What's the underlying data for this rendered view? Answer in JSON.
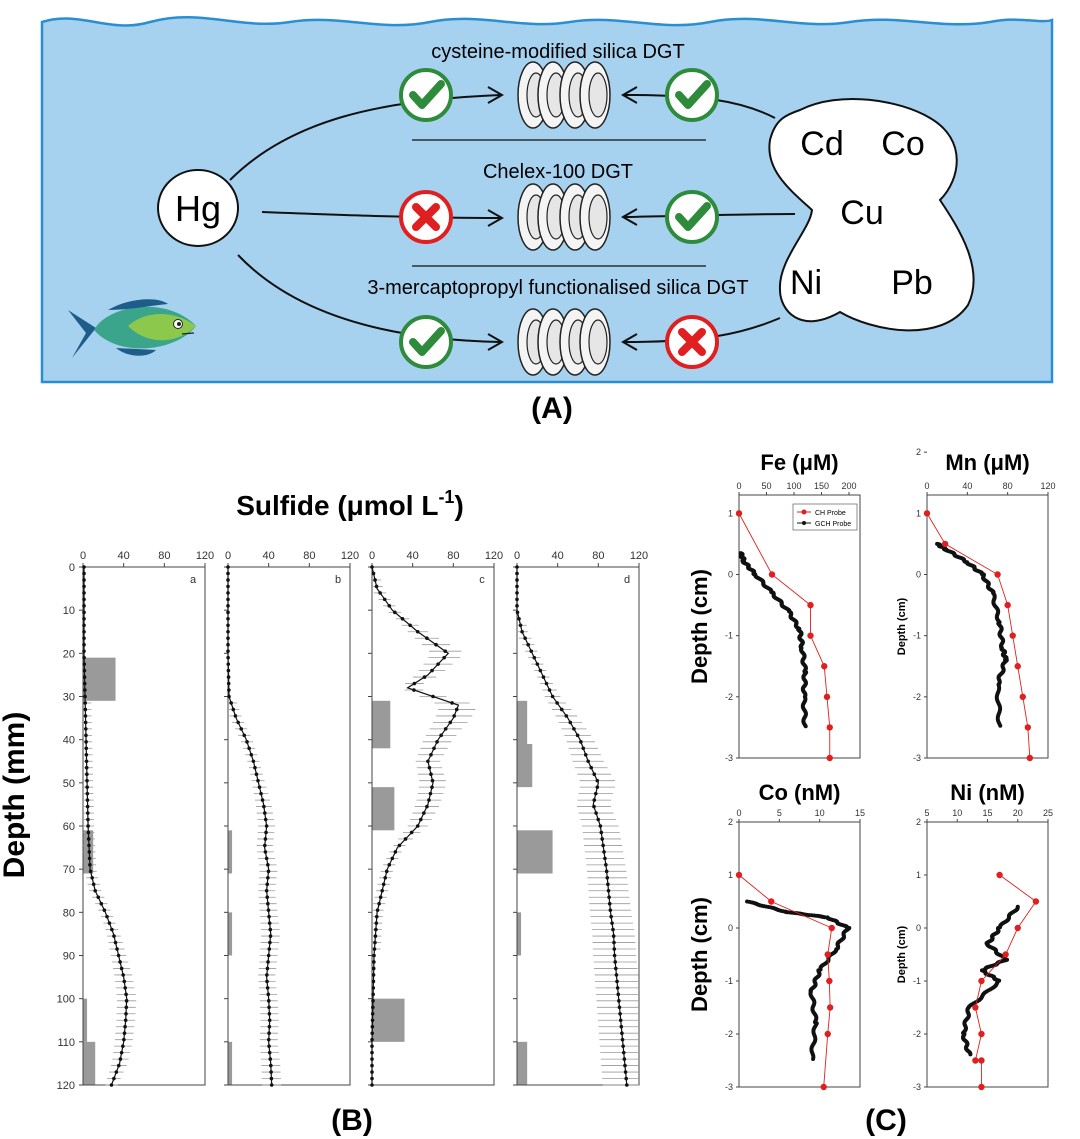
{
  "panelA": {
    "panel_label": "(A)",
    "top_label": "cysteine-modified silica DGT",
    "mid_label": "Chelex-100 DGT",
    "bottom_label": "3-mercaptopropyl functionalised silica DGT",
    "hg_label": "Hg",
    "metals": [
      "Cd",
      "Co",
      "Cu",
      "Ni",
      "Pb"
    ],
    "hg_results": [
      "check",
      "cross",
      "check"
    ],
    "metal_results": [
      "check",
      "check",
      "cross"
    ],
    "colors": {
      "water": "#a7d2ef",
      "waterline": "#2a8fd2",
      "check": "#2e8b3b",
      "cross": "#e02020"
    }
  },
  "panelB": {
    "panel_label": "(B)",
    "title": "Sulfide (μmol L",
    "title_sup": "-1",
    "title_tail": ")",
    "ylabel": "Depth (mm)"
  },
  "panelC": {
    "panel_label": "(C)",
    "legend": [
      "CH Probe",
      "GCH Probe"
    ],
    "colors": {
      "ch": "#e02020",
      "gch": "#111111"
    }
  },
  "chart_data": [
    {
      "type": "line",
      "subplot": "a",
      "x_ticks": [
        0,
        40,
        80,
        120
      ],
      "xlim": [
        0,
        120
      ],
      "y_ticks": [
        0,
        10,
        20,
        30,
        40,
        50,
        60,
        70,
        80,
        90,
        100,
        110,
        120
      ],
      "ylim": [
        0,
        120
      ],
      "series": [
        {
          "depth": [
            0,
            10,
            20,
            30,
            40,
            50,
            60,
            70,
            75,
            80,
            85,
            90,
            95,
            100,
            105,
            110,
            115,
            120
          ],
          "values": [
            1,
            1,
            1,
            2,
            3,
            4,
            5,
            7,
            12,
            22,
            30,
            35,
            40,
            43,
            42,
            40,
            36,
            28
          ]
        }
      ],
      "bars": [
        {
          "from": 21,
          "to": 31,
          "value": 32
        },
        {
          "from": 61,
          "to": 71,
          "value": 10
        },
        {
          "from": 100,
          "to": 110,
          "value": 4
        },
        {
          "from": 110,
          "to": 120,
          "value": 12
        }
      ]
    },
    {
      "type": "line",
      "subplot": "b",
      "x_ticks": [
        0,
        40,
        80,
        120
      ],
      "xlim": [
        0,
        120
      ],
      "y_ticks": [
        0,
        10,
        20,
        30,
        40,
        50,
        60,
        70,
        80,
        90,
        100,
        110,
        120
      ],
      "ylim": [
        0,
        120
      ],
      "series": [
        {
          "depth": [
            0,
            10,
            20,
            30,
            35,
            40,
            45,
            50,
            55,
            60,
            65,
            70,
            75,
            80,
            85,
            90,
            95,
            100,
            105,
            110,
            115,
            120
          ],
          "values": [
            0,
            0,
            0,
            1,
            8,
            18,
            25,
            30,
            35,
            38,
            36,
            40,
            38,
            40,
            42,
            40,
            38,
            40,
            41,
            40,
            42,
            43
          ]
        }
      ],
      "bars": [
        {
          "from": 61,
          "to": 71,
          "value": 4
        },
        {
          "from": 80,
          "to": 90,
          "value": 4
        },
        {
          "from": 110,
          "to": 120,
          "value": 4
        }
      ]
    },
    {
      "type": "line",
      "subplot": "c",
      "x_ticks": [
        0,
        40,
        80,
        120
      ],
      "xlim": [
        0,
        120
      ],
      "y_ticks": [
        0,
        10,
        20,
        30,
        40,
        50,
        60,
        70,
        80,
        90,
        100,
        110,
        120
      ],
      "ylim": [
        0,
        120
      ],
      "series": [
        {
          "depth": [
            0,
            5,
            10,
            15,
            20,
            25,
            28,
            32,
            35,
            40,
            45,
            50,
            55,
            60,
            65,
            70,
            75,
            80,
            90,
            100,
            110,
            120
          ],
          "values": [
            0,
            5,
            20,
            45,
            75,
            55,
            35,
            85,
            80,
            65,
            55,
            60,
            55,
            45,
            25,
            15,
            10,
            5,
            2,
            1,
            0,
            0
          ]
        }
      ],
      "bars": [
        {
          "from": 31,
          "to": 42,
          "value": 18
        },
        {
          "from": 51,
          "to": 61,
          "value": 22
        },
        {
          "from": 100,
          "to": 110,
          "value": 32
        }
      ]
    },
    {
      "type": "line",
      "subplot": "d",
      "x_ticks": [
        0,
        40,
        80,
        120
      ],
      "xlim": [
        0,
        120
      ],
      "y_ticks": [
        0,
        10,
        20,
        30,
        40,
        50,
        60,
        70,
        80,
        90,
        100,
        110,
        120
      ],
      "ylim": [
        0,
        120
      ],
      "series": [
        {
          "depth": [
            0,
            10,
            15,
            20,
            25,
            30,
            35,
            40,
            45,
            50,
            55,
            60,
            65,
            70,
            75,
            80,
            85,
            90,
            95,
            100,
            105,
            110,
            115,
            120
          ],
          "values": [
            0,
            0,
            5,
            15,
            25,
            35,
            50,
            62,
            70,
            80,
            75,
            82,
            85,
            88,
            90,
            92,
            95,
            96,
            98,
            100,
            102,
            104,
            106,
            108
          ]
        }
      ],
      "bars": [
        {
          "from": 31,
          "to": 42,
          "value": 10
        },
        {
          "from": 41,
          "to": 51,
          "value": 15
        },
        {
          "from": 61,
          "to": 71,
          "value": 35
        },
        {
          "from": 80,
          "to": 90,
          "value": 4
        },
        {
          "from": 110,
          "to": 120,
          "value": 10
        }
      ]
    },
    {
      "type": "line",
      "title": "Fe (μM)",
      "ylabel": "Depth (cm)",
      "x_ticks": [
        0,
        50,
        100,
        150,
        200
      ],
      "xlim": [
        0,
        220
      ],
      "y_ticks": [
        1,
        0,
        -1,
        -2,
        -3
      ],
      "ylim": [
        1.3,
        -3
      ],
      "series": [
        {
          "name": "CH Probe",
          "x": [
            0,
            60,
            130,
            130,
            155,
            160,
            165
          ],
          "y": [
            1,
            0,
            -0.5,
            -1,
            -1.5,
            -2,
            -2.5
          ]
        },
        {
          "name": "GCH Probe",
          "x": [
            3,
            10,
            30,
            60,
            90,
            110,
            115,
            120,
            118,
            120
          ],
          "y": [
            0.35,
            0.2,
            0,
            -0.3,
            -0.6,
            -0.9,
            -1.2,
            -1.6,
            -2,
            -2.5
          ]
        }
      ],
      "extra_ch_point": {
        "x": 165,
        "y": -3
      }
    },
    {
      "type": "line",
      "title": "Mn (μM)",
      "ylabel": "Depth (cm)",
      "x_ticks": [
        0,
        40,
        80,
        120
      ],
      "xlim": [
        0,
        120
      ],
      "y_ticks": [
        2,
        1,
        0,
        -1,
        -2,
        -3
      ],
      "ylim": [
        1.3,
        -3
      ],
      "series": [
        {
          "name": "CH Probe",
          "x": [
            0,
            18,
            70,
            80,
            85,
            90,
            95,
            100,
            102
          ],
          "y": [
            1,
            0.5,
            0,
            -0.5,
            -1,
            -1.5,
            -2,
            -2.5,
            -3
          ]
        },
        {
          "name": "GCH Probe",
          "x": [
            10,
            20,
            40,
            55,
            65,
            72,
            75,
            78,
            70,
            72
          ],
          "y": [
            0.5,
            0.4,
            0.2,
            0,
            -0.3,
            -0.8,
            -1.2,
            -1.4,
            -1.8,
            -2.5
          ]
        }
      ]
    },
    {
      "type": "line",
      "title": "Co (nM)",
      "ylabel": "Depth (cm)",
      "x_ticks": [
        0,
        5,
        10,
        15
      ],
      "xlim": [
        0,
        15
      ],
      "y_ticks": [
        2,
        1,
        0,
        -1,
        -2,
        -3
      ],
      "ylim": [
        2,
        -3
      ],
      "series": [
        {
          "name": "CH Probe",
          "x": [
            0,
            4,
            11.5,
            11,
            11.2,
            11.3,
            11,
            10.5
          ],
          "y": [
            1,
            0.5,
            0,
            -0.5,
            -1,
            -1.5,
            -2,
            -3
          ]
        },
        {
          "name": "GCH Probe",
          "x": [
            1,
            6,
            11,
            13.5,
            12,
            10,
            9,
            9.5,
            9
          ],
          "y": [
            0.5,
            0.3,
            0.2,
            0,
            -0.4,
            -0.8,
            -1.2,
            -1.8,
            -2.5
          ]
        }
      ]
    },
    {
      "type": "line",
      "title": "Ni (nM)",
      "ylabel": "Depth (cm)",
      "x_ticks": [
        5,
        10,
        15,
        20,
        25
      ],
      "xlim": [
        5,
        25
      ],
      "y_ticks": [
        2,
        1,
        0,
        -1,
        -2,
        -3
      ],
      "ylim": [
        2,
        -3
      ],
      "series": [
        {
          "name": "CH Probe",
          "x": [
            17,
            23,
            20,
            18,
            14,
            13,
            14,
            13,
            14,
            14
          ],
          "y": [
            1,
            0.5,
            0,
            -0.5,
            -1,
            -1.5,
            -2,
            -2.5,
            -2.5,
            -3
          ]
        },
        {
          "name": "GCH Probe",
          "x": [
            20,
            17,
            15,
            18,
            14,
            17,
            12,
            11,
            12
          ],
          "y": [
            0.4,
            0,
            -0.3,
            -0.6,
            -0.8,
            -1.0,
            -1.5,
            -2,
            -2.4
          ]
        }
      ]
    }
  ]
}
